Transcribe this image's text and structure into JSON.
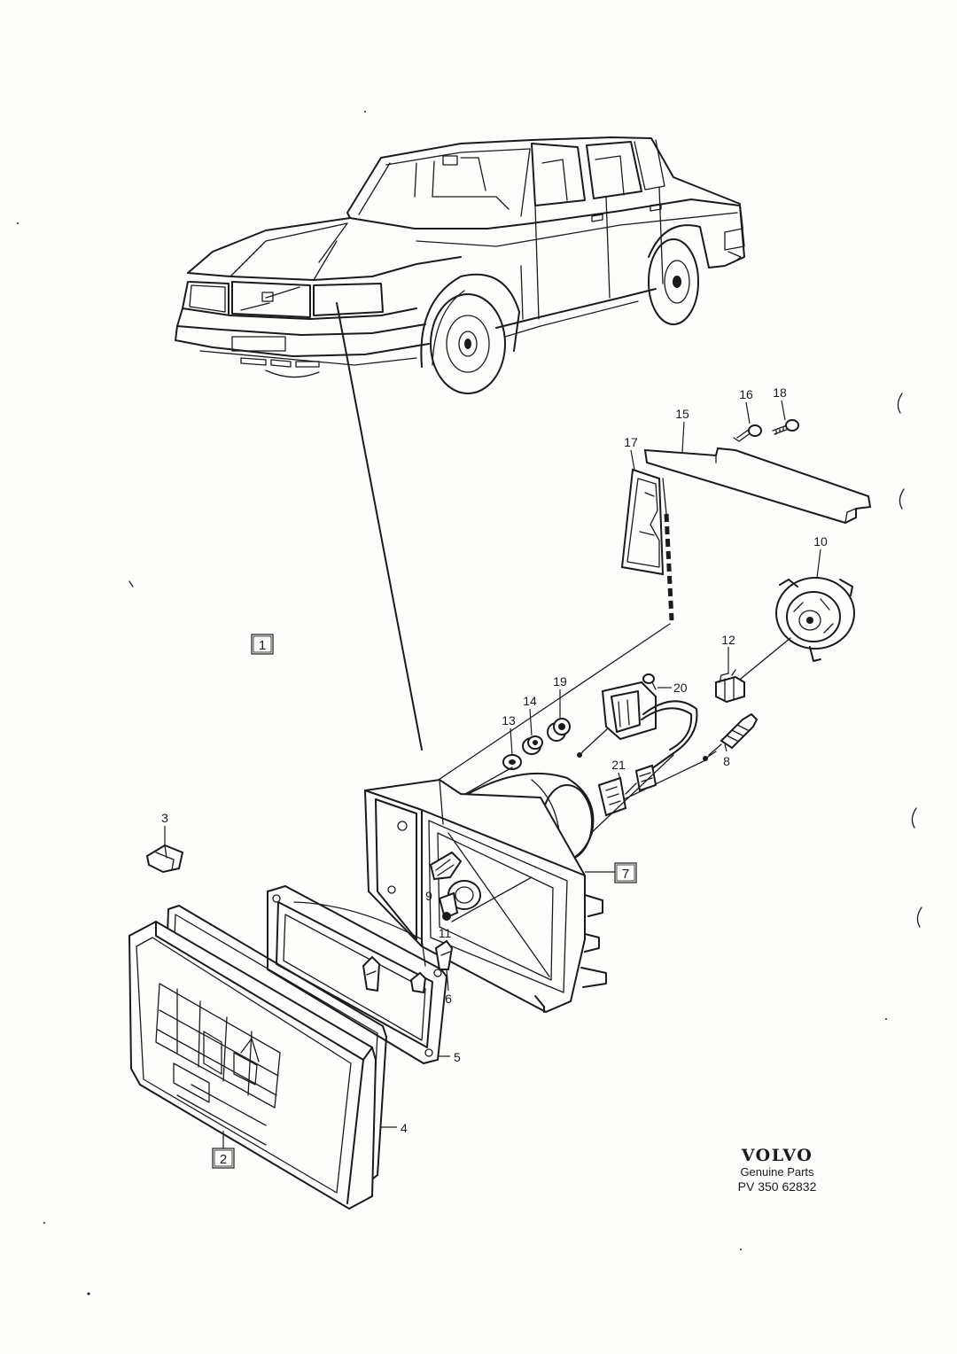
{
  "brand": {
    "logo": "VOLVO",
    "subtitle": "Genuine Parts",
    "code": "PV 350 62832"
  },
  "callouts": {
    "c1": "1",
    "c2": "2",
    "c3": "3",
    "c4": "4",
    "c5": "5",
    "c6": "6",
    "c7": "7",
    "c8": "8",
    "c9": "9",
    "c10": "10",
    "c11": "11",
    "c12": "12",
    "c13": "13",
    "c14": "14",
    "c15": "15",
    "c16": "16",
    "c17": "17",
    "c18": "18",
    "c19": "19",
    "c20": "20",
    "c21": "21"
  },
  "colors": {
    "ink": "#1b1b1b",
    "paper": "#fdfdfb"
  }
}
